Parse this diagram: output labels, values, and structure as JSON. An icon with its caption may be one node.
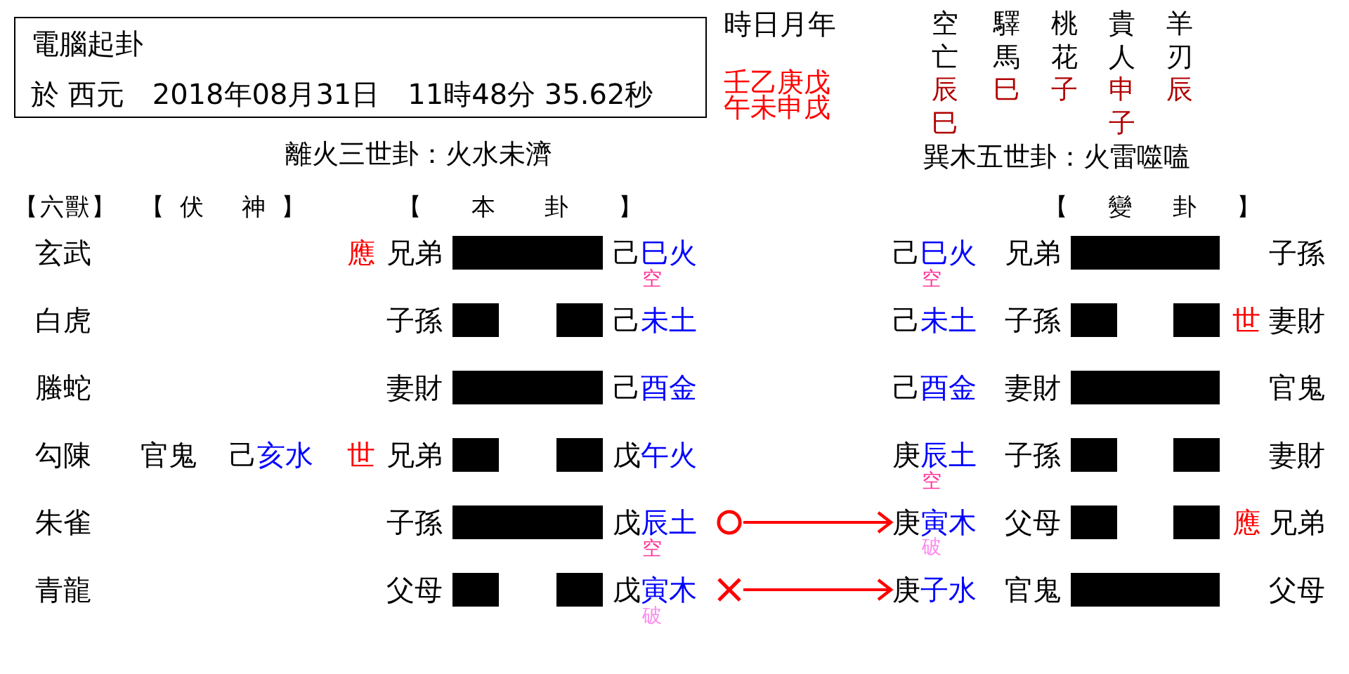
{
  "diagram": {
    "nodes": [
      {
        "text": [
          "電腦起卦",
          "於 西元　2018年08月31日　11時48分 35.62秒"
        ]
      },
      {
        "text": [],
        "shape": "bar"
      },
      {
        "text": [],
        "shape": "bar"
      },
      {
        "text": [],
        "shape": "bar"
      },
      {
        "text": [],
        "shape": "bar"
      },
      {
        "text": [],
        "shape": "bar"
      },
      {
        "text": [],
        "shape": "bar"
      },
      {
        "text": [],
        "shape": "bar"
      },
      {
        "text": [],
        "shape": "bar"
      },
      {
        "text": [],
        "shape": "bar"
      },
      {
        "text": [],
        "shape": "bar"
      },
      {
        "text": [],
        "shape": "bar"
      },
      {
        "text": [],
        "shape": "bar"
      },
      {
        "text": [],
        "shape": "bar"
      },
      {
        "text": [],
        "shape": "circle"
      },
      {
        "text": [
          "庚",
          "寅木"
        ],
        "beside": [
          "破"
        ]
      },
      {
        "text": [],
        "shape": "bar"
      },
      {
        "text": [],
        "shape": "bar"
      },
      {
        "text": [],
        "shape": "bar"
      },
      {
        "text": [],
        "shape": "bar"
      },
      {
        "text": [],
        "shape": "cross"
      },
      {
        "text": [
          "庚",
          "子水"
        ]
      },
      {
        "text": [],
        "shape": "bar"
      }
    ],
    "edges": [
      {
        "from": 14,
        "to": 15,
        "arrow": "to"
      },
      {
        "from": 20,
        "to": 21,
        "arrow": "to"
      }
    ],
    "labels": [
      "時日月年",
      "壬乙庚戊",
      "午未申戌",
      "空亡",
      "驛馬",
      "桃花",
      "貴人",
      "羊刃",
      "辰巳",
      "巳",
      "子",
      "申子",
      "辰",
      "離火三世卦：火水未濟",
      "巽木五世卦：火雷噬嗑",
      "【六獸】",
      "【伏 神】",
      "【 本 卦 】",
      "【 變 卦 】",
      "玄武",
      "應",
      "兄弟",
      "己",
      "巳火",
      "己",
      "巳火",
      "兄弟",
      "子孫",
      "空",
      "空",
      "白虎",
      "子孫",
      "己",
      "未土",
      "己",
      "未土",
      "子孫",
      "世",
      "妻財",
      "螣蛇",
      "妻財",
      "己",
      "酉金",
      "己",
      "酉金",
      "妻財",
      "官鬼",
      "勾陳",
      "官鬼",
      "己",
      "亥水",
      "世",
      "兄弟",
      "戊",
      "午火",
      "庚",
      "辰土",
      "子孫",
      "妻財",
      "空",
      "朱雀",
      "子孫",
      "戊",
      "辰土",
      "父母",
      "應",
      "兄弟",
      "空",
      "青龍",
      "父母",
      "戊",
      "寅木",
      "官鬼",
      "父母",
      "破"
    ]
  }
}
